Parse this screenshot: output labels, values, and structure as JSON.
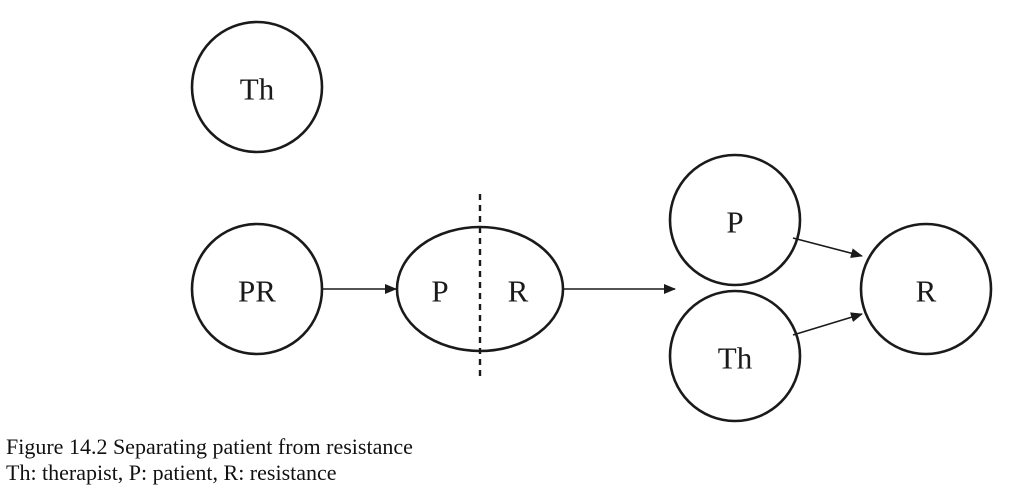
{
  "diagram": {
    "nodes": {
      "therapist_alone": "Th",
      "patient_resistance": "PR",
      "split_patient": "P",
      "split_resistance": "R",
      "patient": "P",
      "therapist": "Th",
      "resistance": "R"
    }
  },
  "caption": {
    "title": "Figure 14.2 Separating patient from resistance",
    "legend": "Th: therapist, P: patient, R: resistance"
  }
}
